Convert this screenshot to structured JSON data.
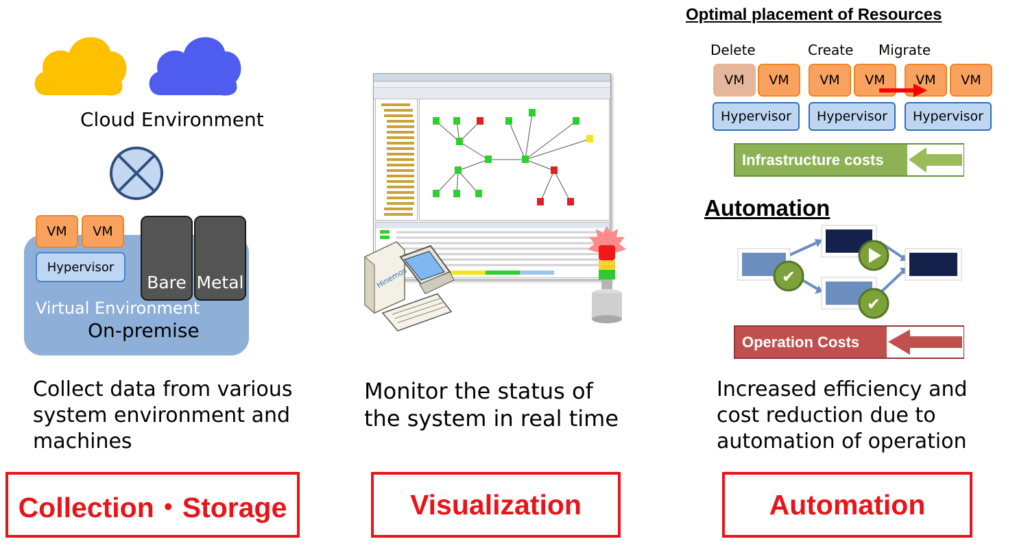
{
  "left": {
    "cloud_label": "Cloud Environment",
    "vm_label": "VM",
    "hypervisor_label": "Hypervisor",
    "bare_label": "Bare",
    "metal_label": "Metal",
    "virtual_label": "Virtual Environment",
    "onprem_label": "On-premise",
    "description": [
      "Collect data from various",
      "system environment and",
      "machines"
    ],
    "button_label": "Collection・Storage"
  },
  "center": {
    "description": [
      "Monitor the status of",
      "the system in real time"
    ],
    "button_label": "Visualization",
    "logo_text": "Hinemos"
  },
  "right": {
    "title": "Optimal placement of Resources",
    "actions": [
      "Delete",
      "Create",
      "Migrate"
    ],
    "vm_label": "VM",
    "hypervisor_label": "Hypervisor",
    "infra_cost_label": "Infrastructure costs",
    "automation_heading": "Automation",
    "operation_cost_label": "Operation Costs",
    "description": [
      "Increased efficiency and",
      "cost reduction due to",
      "automation of operation"
    ],
    "button_label": "Automation"
  },
  "colors": {
    "accent_red": "#E8141A",
    "cloud_yellow": "#FFC000",
    "cloud_blue": "#4F5CF0",
    "vm_orange": "#F9A25F",
    "hypervisor_blue": "#BDD7F3",
    "infra_green": "#8DB255",
    "operation_red": "#C0504D"
  }
}
